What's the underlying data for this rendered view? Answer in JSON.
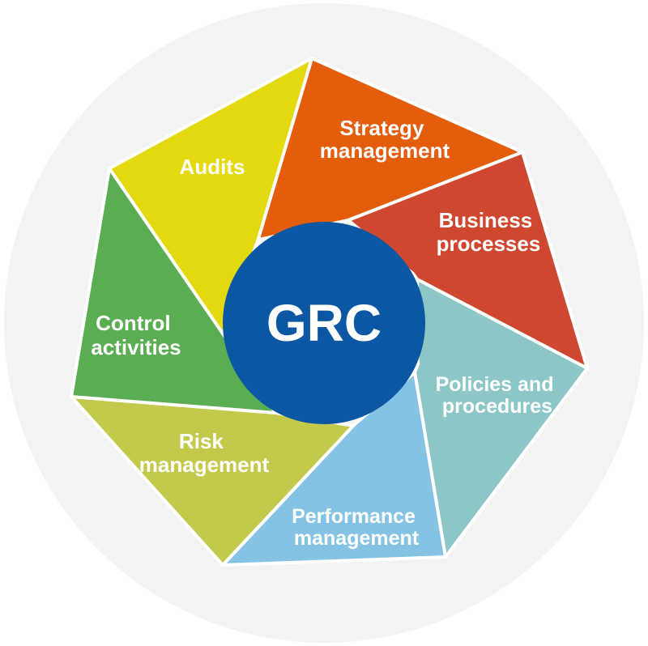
{
  "hub": {
    "label": "GRC",
    "color": "#0b57a4"
  },
  "segments": [
    {
      "id": "strategy-management",
      "lines": [
        "Strategy",
        "management"
      ],
      "color": "#e35d0d"
    },
    {
      "id": "business-processes",
      "lines": [
        "Business",
        "processes"
      ],
      "color": "#d0472f"
    },
    {
      "id": "policies-and-procedures",
      "lines": [
        "Policies and",
        "procedures"
      ],
      "color": "#8cc6c6"
    },
    {
      "id": "performance-management",
      "lines": [
        "Performance",
        "management"
      ],
      "color": "#84c3e4"
    },
    {
      "id": "risk-management",
      "lines": [
        "Risk",
        "management"
      ],
      "color": "#c3c94a"
    },
    {
      "id": "control-activities",
      "lines": [
        "Control",
        "activities"
      ],
      "color": "#5aad52"
    },
    {
      "id": "audits",
      "lines": [
        "Audits"
      ],
      "color": "#e3d90e"
    }
  ],
  "colors": {
    "ring": "#f3f3f3",
    "divider": "#ffffff"
  }
}
